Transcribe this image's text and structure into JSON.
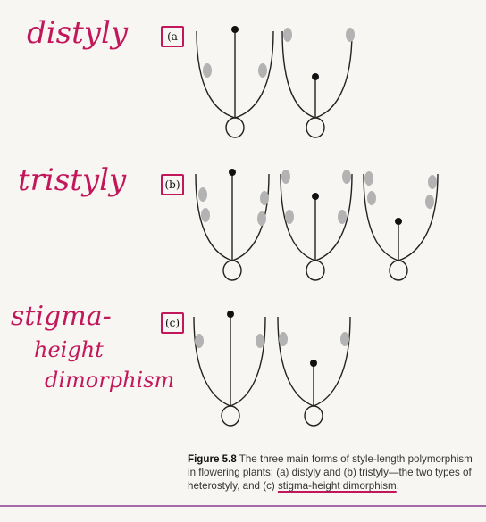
{
  "annotations": {
    "distyly": "distyly",
    "tristyly": "tristyly",
    "stigma_line1": "stigma-",
    "stigma_line2": "height",
    "stigma_line3": "dimorphism"
  },
  "panels": {
    "a": "(a",
    "b": "(b)",
    "c": "(c)"
  },
  "caption": {
    "figure_label": "Figure 5.8",
    "text_part1": " The three main forms of style-length polymorphism in flowering plants: (a) distyly and (b) tristyly—the two types of heterostyly, and (c) ",
    "text_highlight": "stigma-height dimorphism",
    "text_end": "."
  },
  "colors": {
    "ink": "#111111",
    "anther": "#b3b3b3",
    "annotation": "#c2185b",
    "rule": "#8a3b8f"
  }
}
